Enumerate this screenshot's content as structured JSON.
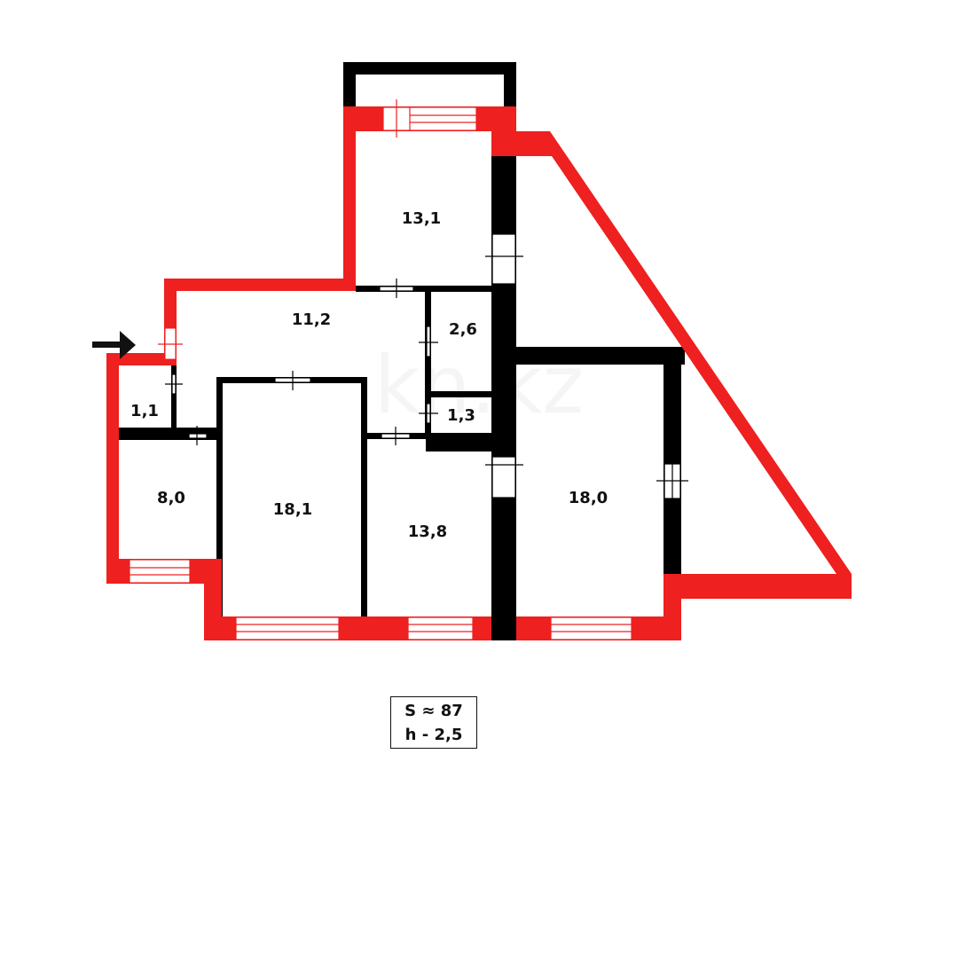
{
  "colors": {
    "exterior_wall": "#ee2020",
    "interior_wall": "#000000",
    "background": "#ffffff"
  },
  "watermark": "kn.kz",
  "rooms": [
    {
      "id": "room-top",
      "area": "13,1"
    },
    {
      "id": "hall",
      "area": "11,2"
    },
    {
      "id": "small-a",
      "area": "2,6"
    },
    {
      "id": "small-b",
      "area": "1,3"
    },
    {
      "id": "small-c",
      "area": "1,1"
    },
    {
      "id": "room-left",
      "area": "8,0"
    },
    {
      "id": "room-big-left",
      "area": "18,1"
    },
    {
      "id": "room-middle",
      "area": "13,8"
    },
    {
      "id": "room-right",
      "area": "18,0"
    }
  ],
  "summary": {
    "area": "S ≈ 87",
    "height": "h - 2,5"
  },
  "icons": {
    "entrance": "arrow-right-icon"
  }
}
